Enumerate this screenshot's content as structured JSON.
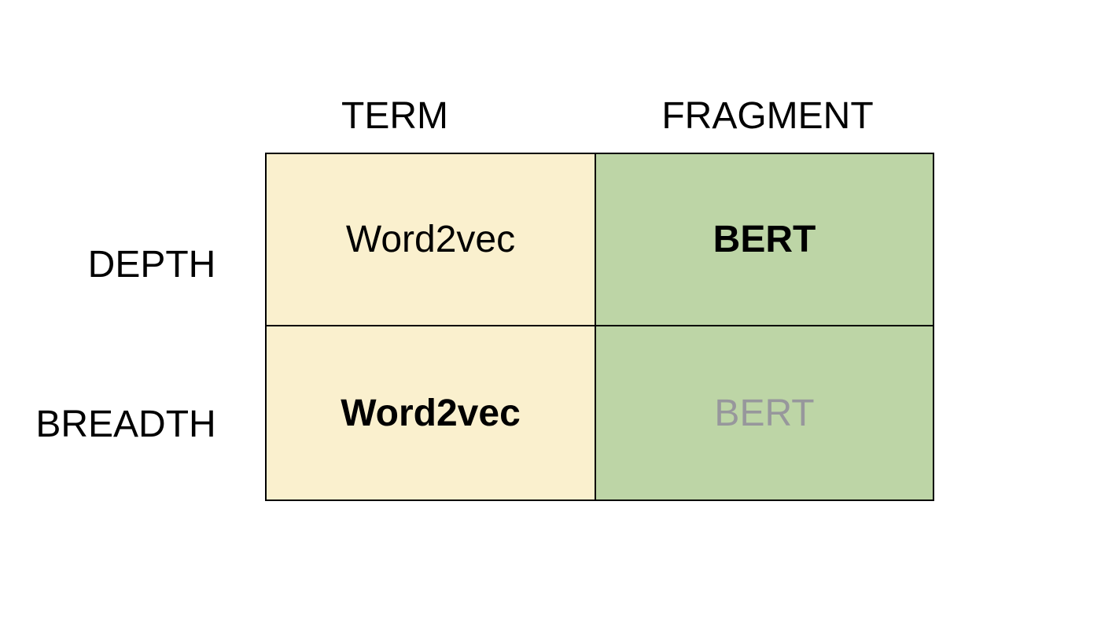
{
  "diagram": {
    "type": "matrix-2x2",
    "col_headers": {
      "term": "TERM",
      "fragment": "FRAGMENT"
    },
    "row_headers": {
      "depth": "DEPTH",
      "breadth": "BREADTH"
    },
    "cells": [
      {
        "row": "DEPTH",
        "col": "TERM",
        "label": "Word2vec",
        "emphasis": "normal"
      },
      {
        "row": "DEPTH",
        "col": "FRAGMENT",
        "label": "BERT",
        "emphasis": "bold"
      },
      {
        "row": "BREADTH",
        "col": "TERM",
        "label": "Word2vec",
        "emphasis": "bold"
      },
      {
        "row": "BREADTH",
        "col": "FRAGMENT",
        "label": "BERT",
        "emphasis": "muted"
      }
    ],
    "colors": {
      "term_column_fill": "#FAF0CE",
      "fragment_column_fill": "#BDD5A6",
      "muted_text": "#97979C",
      "border": "#000000",
      "background": "#FFFFFF"
    }
  }
}
